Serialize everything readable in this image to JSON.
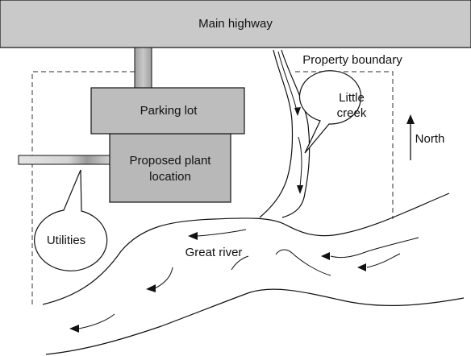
{
  "highway": {
    "label": "Main highway"
  },
  "property": {
    "label": "Property boundary"
  },
  "parking": {
    "label": "Parking lot"
  },
  "plant": {
    "line1": "Proposed plant",
    "line2": "location"
  },
  "creek": {
    "line1": "Little",
    "line2": "creek"
  },
  "utilities": {
    "label": "Utilities"
  },
  "river": {
    "label": "Great river"
  },
  "compass": {
    "label": "North"
  },
  "colors": {
    "highway": "#c9c9c9",
    "parking": "#bdbdbd",
    "plant": "#b8b8b8",
    "outline": "#111111",
    "boundary": "#555555"
  }
}
